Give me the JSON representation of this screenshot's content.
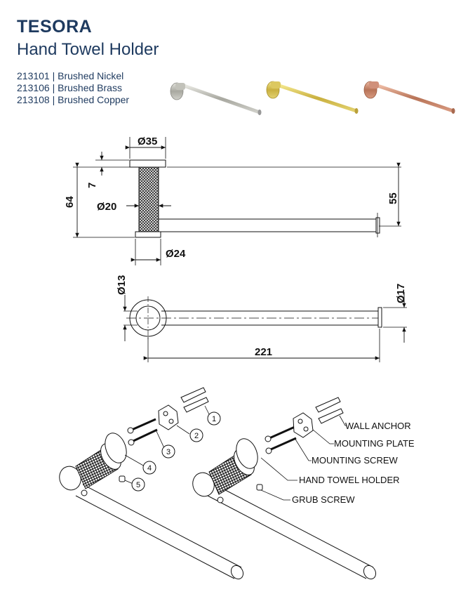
{
  "header": {
    "brand": "TESORA",
    "title": "Hand Towel Holder",
    "brand_color": "#1e3a5f"
  },
  "variants": [
    {
      "code_line": "213101 | Brushed Nickel",
      "color": "#b8b8b0"
    },
    {
      "code_line": "213106 | Brushed Brass",
      "color": "#d9c35a"
    },
    {
      "code_line": "213108 | Brushed Copper",
      "color": "#c98a6e"
    }
  ],
  "side_view": {
    "dim_top": "Ø35",
    "dim_flange": "7",
    "dim_height": "64",
    "dim_knurl": "Ø20",
    "dim_bar_height": "55",
    "dim_base": "Ø24"
  },
  "top_view": {
    "dim_bar": "Ø13",
    "dim_end": "Ø17",
    "dim_length": "221"
  },
  "parts": {
    "numbers": [
      "1",
      "2",
      "3",
      "4",
      "5"
    ],
    "labels": [
      "WALL ANCHOR",
      "MOUNTING PLATE",
      "MOUNTING SCREW",
      "HAND TOWEL HOLDER",
      "GRUB SCREW"
    ]
  }
}
